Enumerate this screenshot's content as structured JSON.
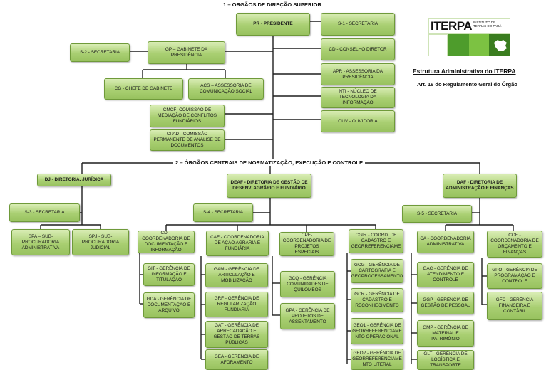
{
  "headings": {
    "superior": "1 – ORGÃOS DE DIREÇÃO SUPERIOR",
    "centrais": "2 – ÓRGÃOS CENTRAIS DE NORMATIZAÇÃO, EXECUÇÃO E CONTROLE"
  },
  "logo": {
    "word": "ITERPA",
    "subtitle": "INSTITUTO DE TERRAS DO PARÁ",
    "colors": [
      "#ffffff",
      "#4e9c2c",
      "#7cc242",
      "#3a7d1f"
    ]
  },
  "title": "Estrutura Administrativa do ITERPA",
  "subtitle": "Art. 16 do Regulamento Geral do Órgão",
  "superior": {
    "pr": "PR - PRESIDENTE",
    "s1": "S-1 - SECRETARIA",
    "cd": "CD - CONSELHO DIRETOR",
    "apr": "APR - ASSESSORIA DA PRESIDÊNCIA",
    "nti": "NTI - NÚCLEO DE TECNOLOGIA DA INFORMAÇÃO",
    "ouv": "OUV - OUVIDORIA",
    "gp": "GP – GABINETE DA PRESIDÊNCIA",
    "s2": "S-2 - SECRETARIA",
    "cg": "CG - CHEFE DE GABINETE",
    "acs": "ACS – ASSESSORIA DE COMUNICAÇÃO SOCIAL",
    "cmcf": "CMCF -COMISSÃO DE MEDIAÇÃO DE CONFLITOS FUNDIÁRIOS",
    "cpad": "CPAD - COMISSÃO PERMANENTE DE ANÁLISE DE DOCUMENTOS"
  },
  "dj": {
    "dj": "DJ - DIRETORIA. JURÍDICA",
    "s3": "S-3 - SECRETARIA",
    "spa": "SPA – SUB-PROCURADORIA ADMINISTRATIVA",
    "spj": "SPJ - SUB-PROCURADORIA JUDICIAL"
  },
  "deaf": {
    "deaf": "DEAF - DIRETORIA DE GESTÃO DE DESENV. AGRÁRIO E FUNDIÁRIO",
    "s4": "S-4 - SECRETARIA",
    "cdi": "CDI - COORDENADORIA DE DOCUMENTAÇÃO E INFORMAÇÃO",
    "git": "GIT - GERÊNCIA DE INFORMAÇÃO E TITULAÇÃO",
    "gda": "GDA - GERÊNCIA DE DOCUMENTAÇÃO E ARQUIVO",
    "caf": "CAF - COORDENADORIA DE AÇÃO AGRÁRIA E FUNDIÁRIA",
    "gam": "GAM - GERÊNCIA DE ARTICULAÇÃO E MOBILIZAÇÃO",
    "grf": "GRF - GERÊNCIA DE REGULARIZAÇÃO FUNDIÁRIA",
    "gat": "GAT - GERÊNCIA DE ARRECADAÇÃO E GESTÃO DE TERRAS PÚBLICAS",
    "gea": "GEA - GERÊNCIA DE AFORAMENTO",
    "cpe": "CPE-COORDENADORIA DE PROJETOS ESPECIAIS",
    "gcq": "GCQ - GERÊNCIA COMUNIDADES DE QUILOMBOS",
    "gpa": "GPA - GERÊNCIA DE PROJETOS DE ASSENTAMENTO",
    "cgir": "CGIR - COORD. DE CADASTRO E GEORREFERENCIAME",
    "gcg": "GCG - GERÊNCIA DE CARTOGRAFIA E GEOPROCESSAMENTO",
    "gcr": "GCR - GERÊNCIA DE CADASTRO E RECONHECIMENTO",
    "geo1": "GEO1 - GERÊNCIA DE GEORREFERENCIAME NTO OPERACIONAL",
    "geo2": "GEO2 - GERÊNCIA DE GEORREFERENCIAME NTO LITERAL"
  },
  "daf": {
    "daf": "DAF - DIRETORIA DE ADMINISTRAÇÃO E FINANÇAS",
    "s5": "S-5 - SECRETARIA",
    "ca": "CA - COORDENADORIA ADMINISTRATIVA",
    "gac": "GAC - GERÊNCIA DE ATENDIMENTO E CONTROLE",
    "ggp": "GGP - GERÊNCIA DE GESTÃO DE PESSOAL",
    "gmp": "GMP - GERÊNCIA DE MATERIAL E PATRIMÔNIO",
    "glt": "GLT - GERÊNCIA DE LOGÍSTICA E TRANSPORTE",
    "cof": "COF -COORDENADORIA DE ORÇAMENTO E FINANÇAS",
    "gpo": "GPO - GERÊNCIA DE PROGRAMAÇÃO E CONTROLE",
    "gfc": "GFC - GERÊNCIA FINANCEIRA E CONTÁBIL"
  }
}
